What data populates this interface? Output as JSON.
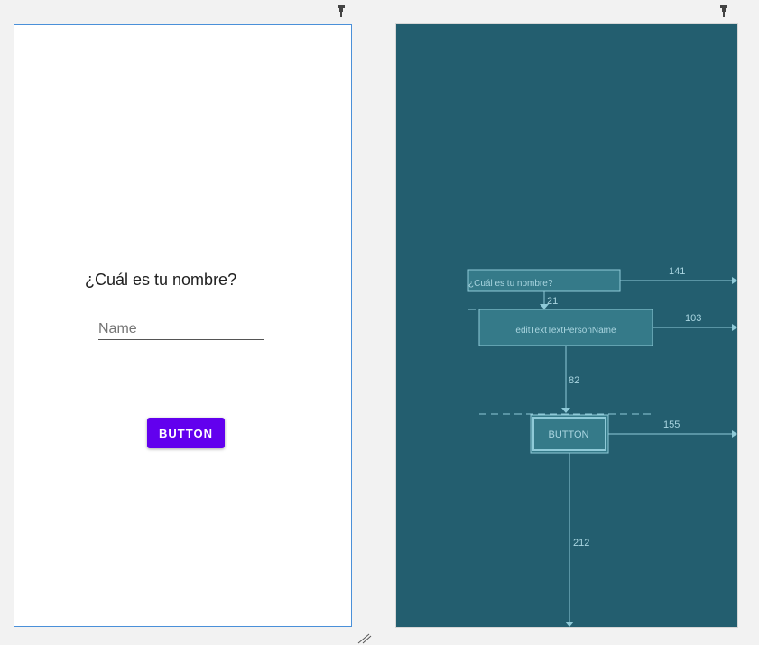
{
  "design": {
    "question_text": "¿Cuál es tu nombre?",
    "name_hint": "Name",
    "button_label": "BUTTON"
  },
  "blueprint": {
    "background_color": "#235e6f",
    "textview_label": "¿Cuál es tu nombre?",
    "edittext_label": "editTextTextPersonName",
    "button_label": "BUTTON",
    "constraints": {
      "textview_end": "141",
      "textview_to_edittext": "21",
      "edittext_end": "103",
      "edittext_to_button": "82",
      "button_end": "155",
      "button_bottom": "212"
    }
  },
  "icons": [
    "pin-icon",
    "resize-grip-icon"
  ],
  "colors": {
    "accent": "#6200ee",
    "selection_border": "#4a90d9"
  }
}
